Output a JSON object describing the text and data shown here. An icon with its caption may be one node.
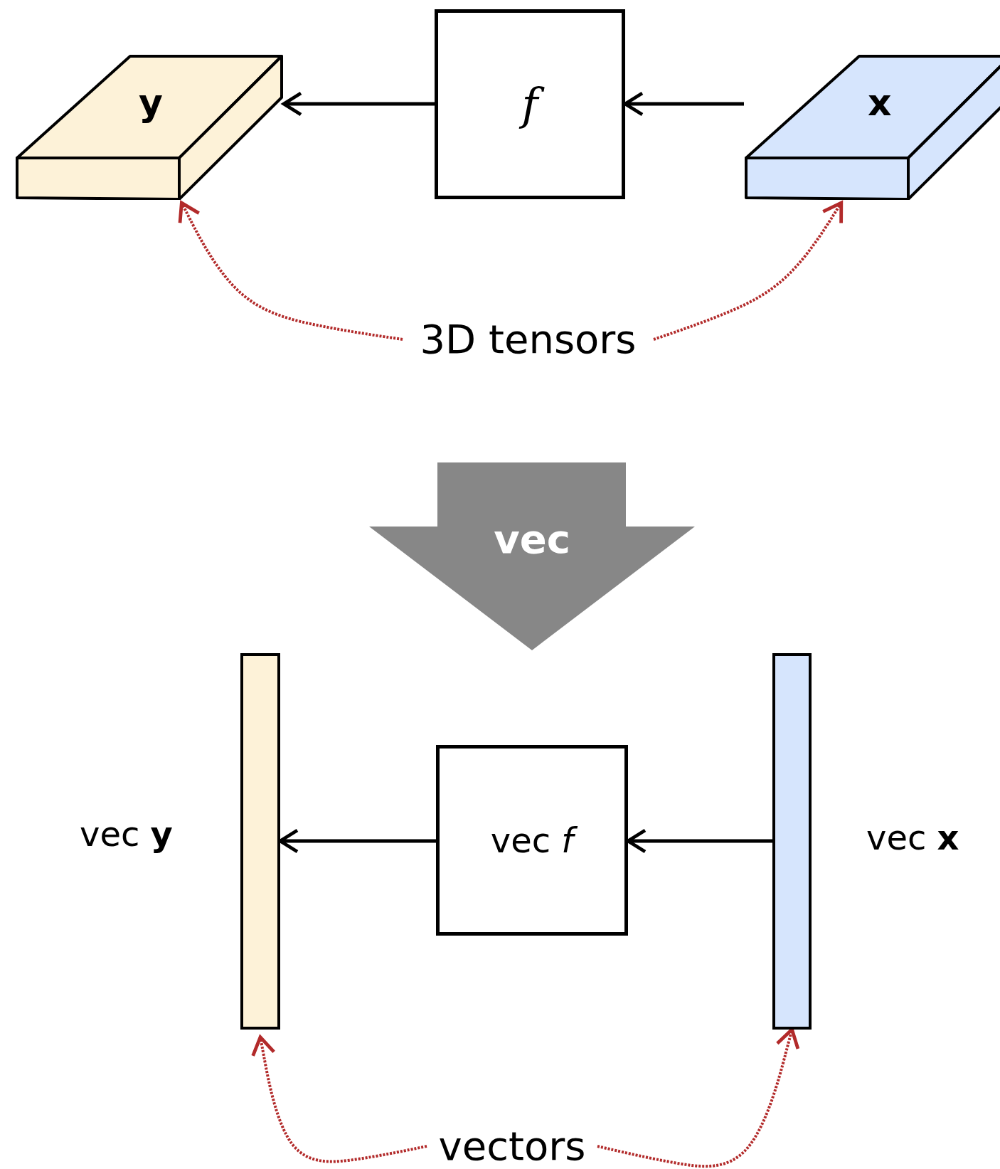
{
  "diagram": {
    "nodes": [
      {
        "text": [
          "y"
        ]
      },
      {
        "text": [
          "f"
        ]
      },
      {
        "text": [
          "x"
        ]
      },
      {
        "text": [
          "3D tensors"
        ]
      },
      {
        "text": [
          "vec"
        ]
      },
      {
        "text": [],
        "shape": "bar",
        "beside": [
          "vec **y**"
        ]
      },
      {
        "text": [
          "vec *f*"
        ]
      },
      {
        "text": [],
        "shape": "bar",
        "beside": [
          "vec **x**"
        ]
      },
      {
        "text": [
          "vectors"
        ]
      }
    ],
    "edges": [
      {
        "from": 1,
        "to": 0,
        "arrow": "to"
      },
      {
        "from": 2,
        "to": 1,
        "arrow": "to"
      },
      {
        "from": 3,
        "to": 0,
        "arrow": "to",
        "style": "dashed",
        "color": "#b22a2a"
      },
      {
        "from": 3,
        "to": 2,
        "arrow": "to",
        "style": "dashed",
        "color": "#b22a2a"
      },
      {
        "from": 6,
        "to": 5,
        "arrow": "to"
      },
      {
        "from": 7,
        "to": 6,
        "arrow": "to"
      },
      {
        "from": 8,
        "to": 5,
        "arrow": "to",
        "style": "dashed",
        "color": "#b22a2a"
      },
      {
        "from": 8,
        "to": 7,
        "arrow": "to",
        "style": "dashed",
        "color": "#b22a2a"
      }
    ]
  }
}
